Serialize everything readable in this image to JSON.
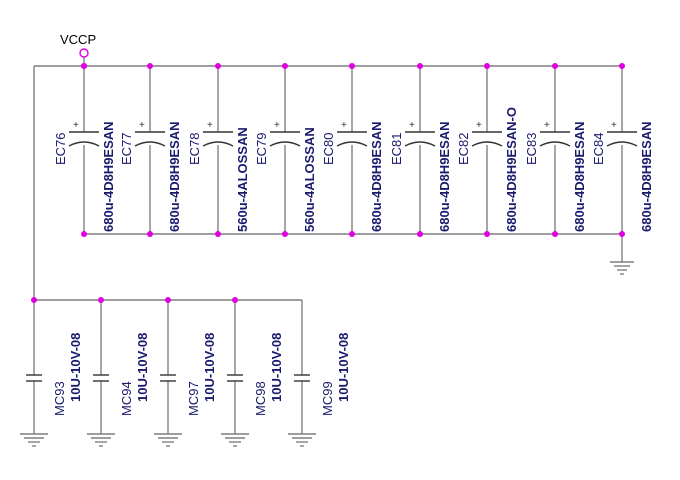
{
  "power": {
    "net": "VCCP"
  },
  "bulk_caps": [
    {
      "ref": "EC76",
      "value": "680u-4D8H9ESAN"
    },
    {
      "ref": "EC77",
      "value": "680u-4D8H9ESAN"
    },
    {
      "ref": "EC78",
      "value": "560u-4ALOSSAN"
    },
    {
      "ref": "EC79",
      "value": "560u-4ALOSSAN"
    },
    {
      "ref": "EC80",
      "value": "680u-4D8H9ESAN"
    },
    {
      "ref": "EC81",
      "value": "680u-4D8H9ESAN"
    },
    {
      "ref": "EC82",
      "value": "680u-4D8H9ESAN-O"
    },
    {
      "ref": "EC83",
      "value": "680u-4D8H9ESAN"
    },
    {
      "ref": "EC84",
      "value": "680u-4D8H9ESAN"
    }
  ],
  "ceramic_caps": [
    {
      "ref": "MC93",
      "value": "10U-10V-08"
    },
    {
      "ref": "MC94",
      "value": "10U-10V-08"
    },
    {
      "ref": "MC97",
      "value": "10U-10V-08"
    },
    {
      "ref": "MC98",
      "value": "10U-10V-08"
    },
    {
      "ref": "MC99",
      "value": "10U-10V-08"
    }
  ],
  "polarity_mark": "+"
}
